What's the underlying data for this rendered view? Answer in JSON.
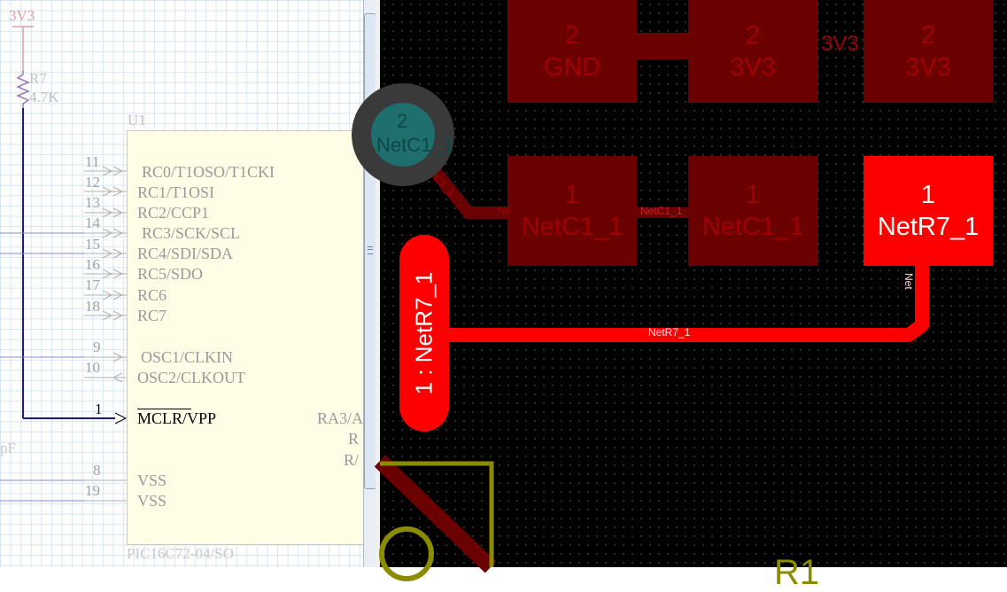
{
  "schematic": {
    "power_label": "3V3",
    "resistor_designator": "R7",
    "resistor_value": "4.7K",
    "chip_designator": "U1",
    "chip_part": "PIC16C72-04/SO",
    "left_label": "pF",
    "pins": [
      {
        "num": "11",
        "name": "RC0/T1OSO/T1CKI"
      },
      {
        "num": "12",
        "name": "RC1/T1OSI"
      },
      {
        "num": "13",
        "name": "RC2/CCP1"
      },
      {
        "num": "14",
        "name": "RC3/SCK/SCL"
      },
      {
        "num": "15",
        "name": "RC4/SDI/SDA"
      },
      {
        "num": "16",
        "name": "RC5/SDO"
      },
      {
        "num": "17",
        "name": "RC6"
      },
      {
        "num": "18",
        "name": "RC7"
      },
      {
        "num": "9",
        "name": "OSC1/CLKIN"
      },
      {
        "num": "10",
        "name": "OSC2/CLKOUT"
      },
      {
        "num": "1",
        "name": "MCLR/VPP"
      },
      {
        "num": "8",
        "name": "VSS"
      },
      {
        "num": "19",
        "name": "VSS"
      }
    ],
    "right_pins": [
      "RA3/A",
      "R",
      "R/"
    ]
  },
  "pcb": {
    "pads_top": [
      {
        "num": "2",
        "net": "GND"
      },
      {
        "num": "2",
        "net": "3V3"
      },
      {
        "num": "2",
        "net": "3V3"
      }
    ],
    "top_link_label": "3V3",
    "via": {
      "num": "2",
      "net": "NetC1_1"
    },
    "pads_mid": [
      {
        "num": "1",
        "net": "NetC1_1"
      },
      {
        "num": "1",
        "net": "NetC1_1"
      },
      {
        "num": "1",
        "net": "NetR7_1"
      }
    ],
    "trace_labels": {
      "c1_link": "NetC1_1",
      "c1_diag": "C1_1",
      "c1_short": "Ne",
      "r7_vertical": "Net",
      "r7_horizontal": "NetR7_1"
    },
    "oval_pad_label": "1 : NetR7_1",
    "bottom_partial": "R1",
    "colors": {
      "pad_dim": "#6b0000",
      "pad_selected": "#ff0000",
      "trace": "#ff0000",
      "via": "#1f6f6f",
      "silkscreen": "#8b8b00"
    }
  }
}
